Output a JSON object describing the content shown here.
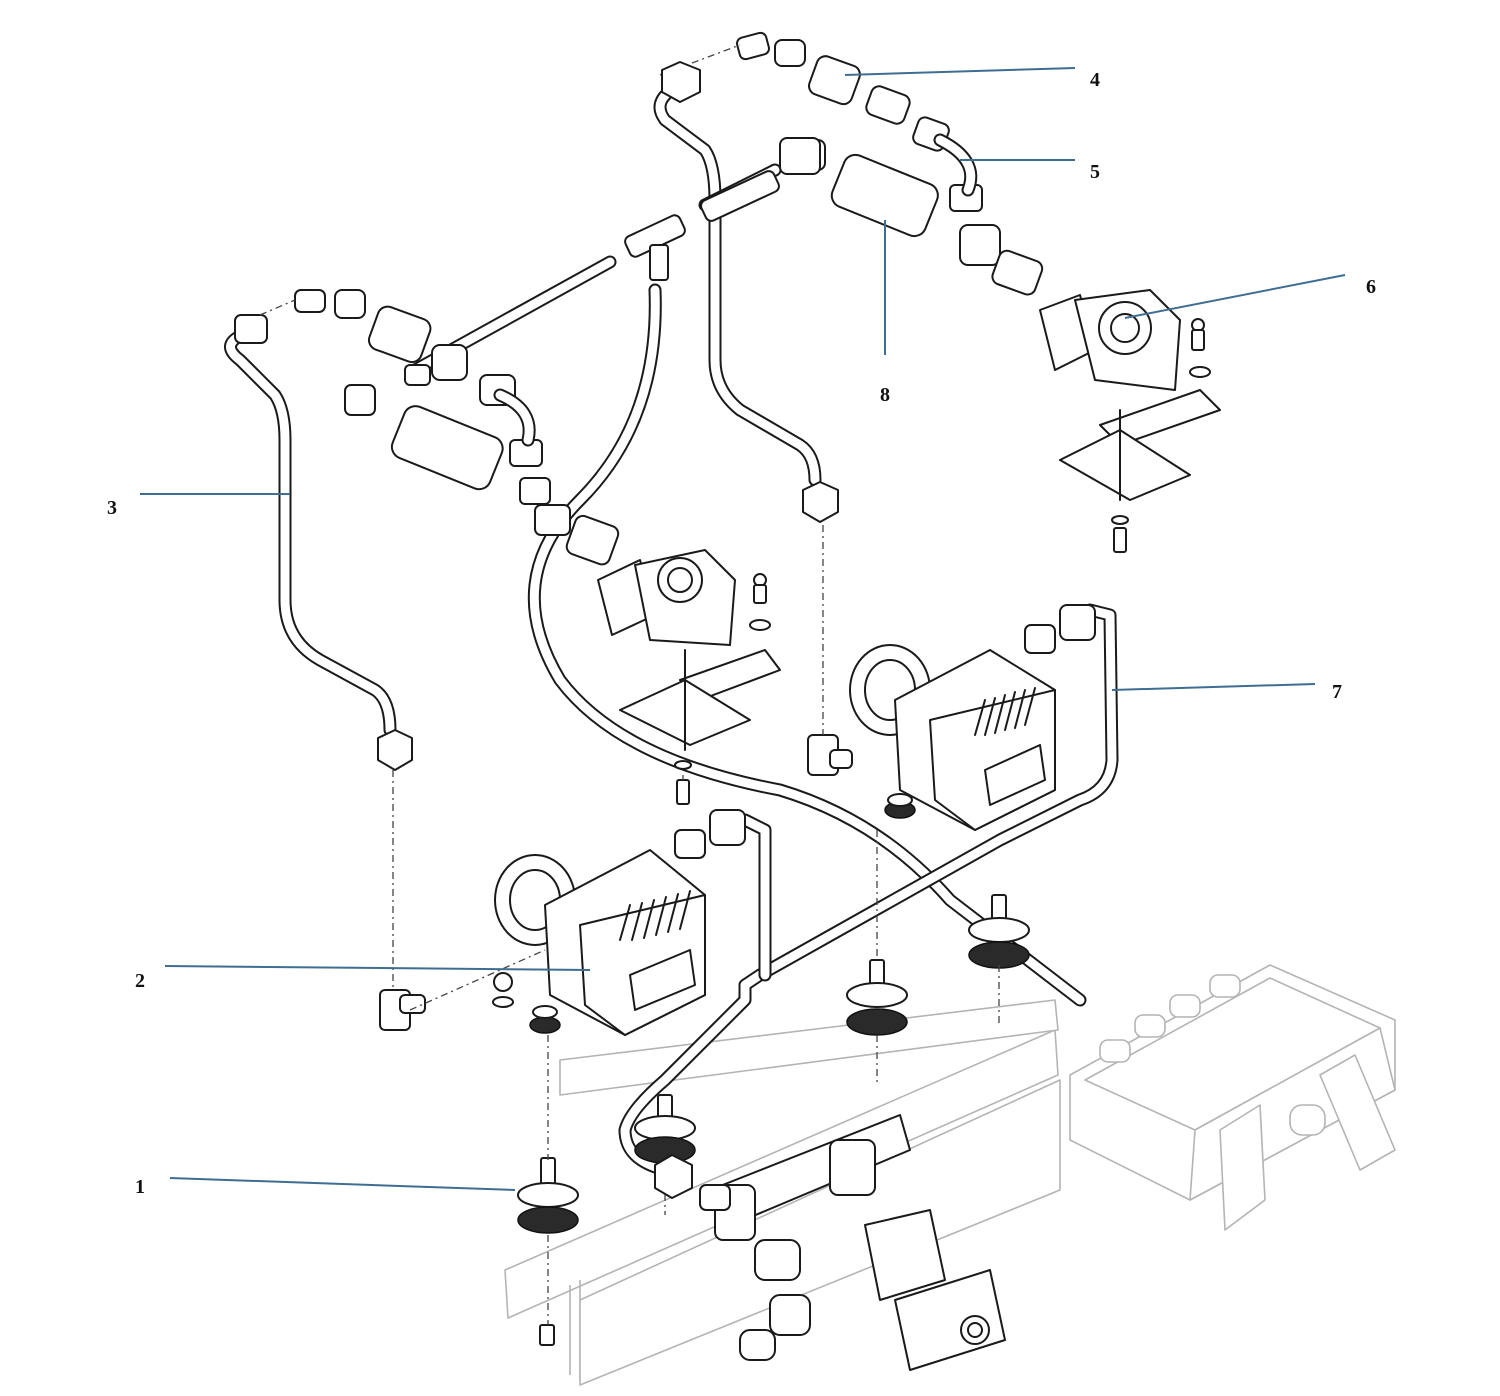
{
  "figure": {
    "callouts": [
      {
        "id": "c1",
        "label": "1"
      },
      {
        "id": "c2",
        "label": "2"
      },
      {
        "id": "c3",
        "label": "3"
      },
      {
        "id": "c4",
        "label": "4"
      },
      {
        "id": "c5",
        "label": "5"
      },
      {
        "id": "c6",
        "label": "6"
      },
      {
        "id": "c7",
        "label": "7"
      },
      {
        "id": "c8",
        "label": "8"
      }
    ],
    "colors": {
      "leader_line": "#3f6e94",
      "line_art": "#1a1a1a",
      "ghosted_parts": "#b4b4b4",
      "background": "#ffffff"
    }
  }
}
